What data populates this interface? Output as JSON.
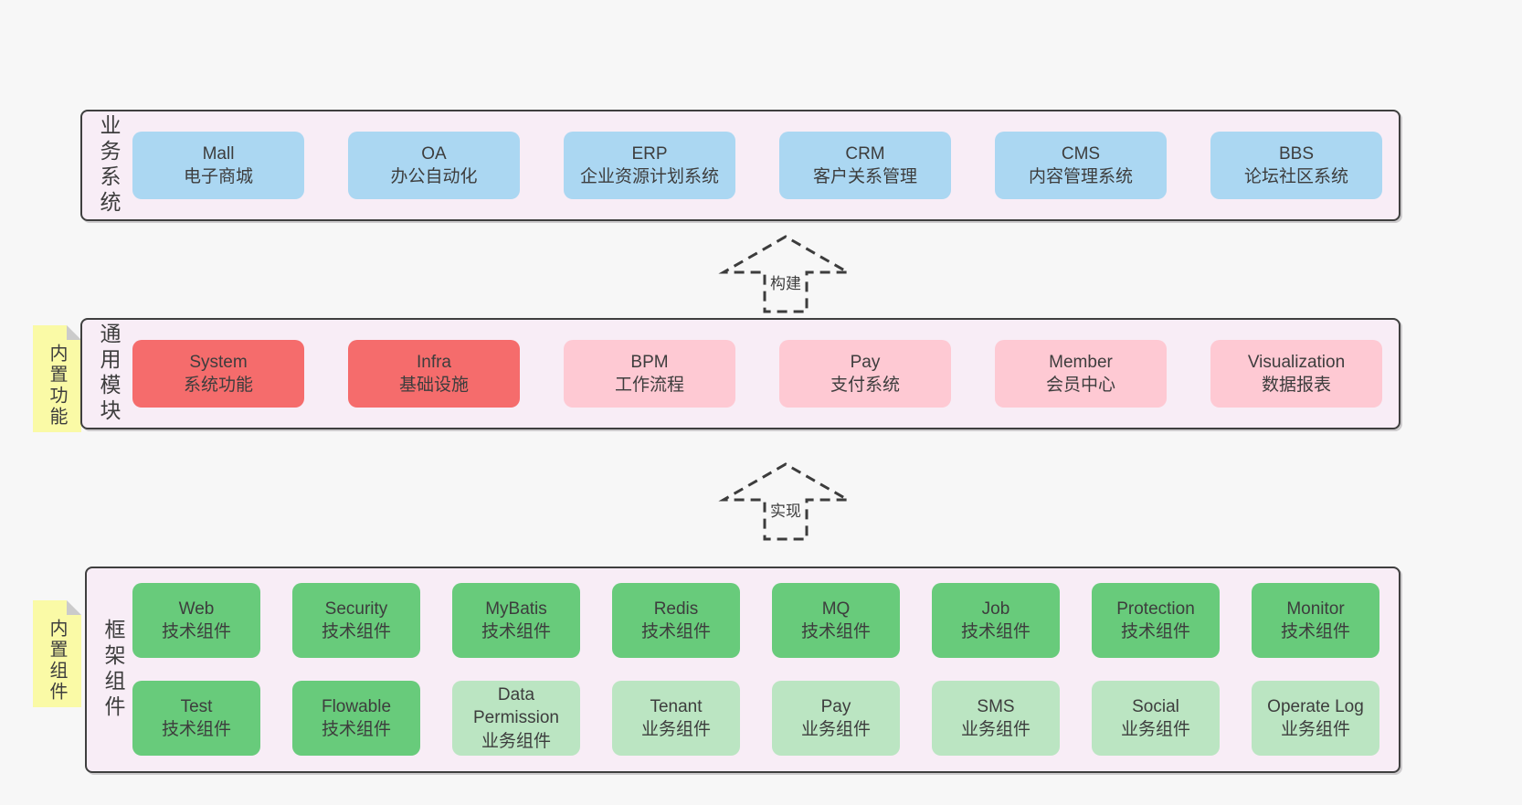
{
  "colors": {
    "page_bg": "#f7f7f7",
    "panel_bg": "#f8edf6",
    "panel_border": "#3f3f3f",
    "box_blue": "#abd7f2",
    "box_red": "#f56c6c",
    "box_pink": "#fec9d3",
    "box_green_dark": "#68cb7b",
    "box_green_light": "#bbe5c2",
    "sticky_yellow": "#fafaa6",
    "sticky_fold": "#cbcbcb",
    "text": "#3d3d3d"
  },
  "arrows": [
    {
      "label": "构建"
    },
    {
      "label": "实现"
    }
  ],
  "sections": [
    {
      "label": "业务系统",
      "boxes": [
        {
          "title": "Mall",
          "subtitle": "电子商城",
          "variant": "blue"
        },
        {
          "title": "OA",
          "subtitle": "办公自动化",
          "variant": "blue"
        },
        {
          "title": "ERP",
          "subtitle": "企业资源计划系统",
          "variant": "blue"
        },
        {
          "title": "CRM",
          "subtitle": "客户关系管理",
          "variant": "blue"
        },
        {
          "title": "CMS",
          "subtitle": "内容管理系统",
          "variant": "blue"
        },
        {
          "title": "BBS",
          "subtitle": "论坛社区系统",
          "variant": "blue"
        }
      ]
    },
    {
      "label": "通用模块",
      "sticky": "内置功能",
      "boxes": [
        {
          "title": "System",
          "subtitle": "系统功能",
          "variant": "red"
        },
        {
          "title": "Infra",
          "subtitle": "基础设施",
          "variant": "red"
        },
        {
          "title": "BPM",
          "subtitle": "工作流程",
          "variant": "pink"
        },
        {
          "title": "Pay",
          "subtitle": "支付系统",
          "variant": "pink"
        },
        {
          "title": "Member",
          "subtitle": "会员中心",
          "variant": "pink"
        },
        {
          "title": "Visualization",
          "subtitle": "数据报表",
          "variant": "pink"
        }
      ]
    },
    {
      "label": "框架组件",
      "sticky": "内置组件",
      "row1": [
        {
          "title": "Web",
          "subtitle": "技术组件",
          "variant": "green"
        },
        {
          "title": "Security",
          "subtitle": "技术组件",
          "variant": "green"
        },
        {
          "title": "MyBatis",
          "subtitle": "技术组件",
          "variant": "green"
        },
        {
          "title": "Redis",
          "subtitle": "技术组件",
          "variant": "green"
        },
        {
          "title": "MQ",
          "subtitle": "技术组件",
          "variant": "green"
        },
        {
          "title": "Job",
          "subtitle": "技术组件",
          "variant": "green"
        },
        {
          "title": "Protection",
          "subtitle": "技术组件",
          "variant": "green"
        },
        {
          "title": "Monitor",
          "subtitle": "技术组件",
          "variant": "green"
        }
      ],
      "row2": [
        {
          "title": "Test",
          "subtitle": "技术组件",
          "variant": "green"
        },
        {
          "title": "Flowable",
          "subtitle": "技术组件",
          "variant": "green"
        },
        {
          "title": "Data Permission",
          "subtitle": "业务组件",
          "variant": "green-light"
        },
        {
          "title": "Tenant",
          "subtitle": "业务组件",
          "variant": "green-light"
        },
        {
          "title": "Pay",
          "subtitle": "业务组件",
          "variant": "green-light"
        },
        {
          "title": "SMS",
          "subtitle": "业务组件",
          "variant": "green-light"
        },
        {
          "title": "Social",
          "subtitle": "业务组件",
          "variant": "green-light"
        },
        {
          "title": "Operate Log",
          "subtitle": "业务组件",
          "variant": "green-light"
        }
      ]
    }
  ]
}
